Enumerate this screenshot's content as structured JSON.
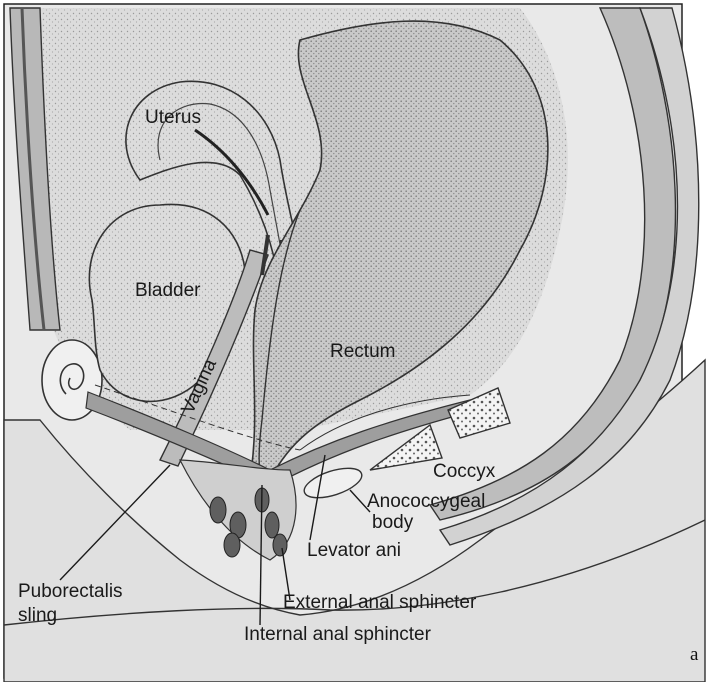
{
  "labels": {
    "uterus": "Uterus",
    "bladder": "Bladder",
    "rectum": "Rectum",
    "vagina": "Vagina",
    "coccyx": "Coccyx",
    "anococcygeal_1": "Anococcygeal",
    "anococcygeal_2": "body",
    "levator_ani": "Levator ani",
    "puborectalis_1": "Puborectalis",
    "puborectalis_2": "sling",
    "external_sphincter": "External anal sphincter",
    "internal_sphincter": "Internal anal sphincter"
  },
  "panel_label": "a"
}
